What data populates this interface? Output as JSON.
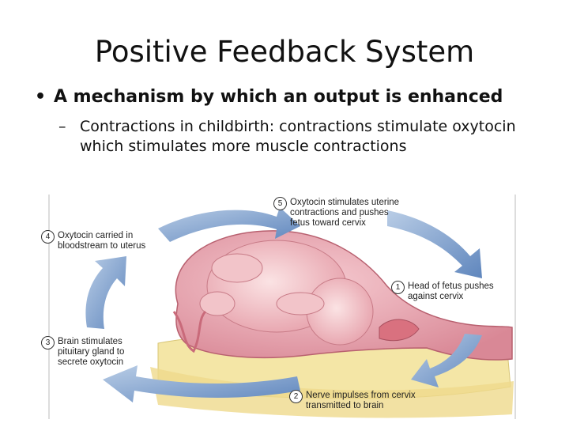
{
  "slide": {
    "title": "Positive Feedback System",
    "bullet": "A mechanism by which an output is enhanced",
    "bullet_marker": "•",
    "sub_marker": "–",
    "sub_bullet": "Contractions in childbirth: contractions stimulate oxytocin which stimulates more muscle contractions"
  },
  "diagram": {
    "steps": [
      {
        "number": "1",
        "label": "Head of fetus pushes against cervix"
      },
      {
        "number": "2",
        "label": "Nerve impulses from cervix transmitted to brain"
      },
      {
        "number": "3",
        "label": "Brain stimulates pituitary gland to secrete oxytocin"
      },
      {
        "number": "4",
        "label": "Oxytocin carried in bloodstream to uterus"
      },
      {
        "number": "5",
        "label": "Oxytocin stimulates uterine contractions and pushes fetus toward cervix"
      }
    ],
    "colors": {
      "arrow": "#6f93c4",
      "arrow_light": "#b9cde6",
      "tissue": "#e8a9b4",
      "fetus": "#f0c2c6",
      "pad": "#f4e6a6"
    }
  }
}
